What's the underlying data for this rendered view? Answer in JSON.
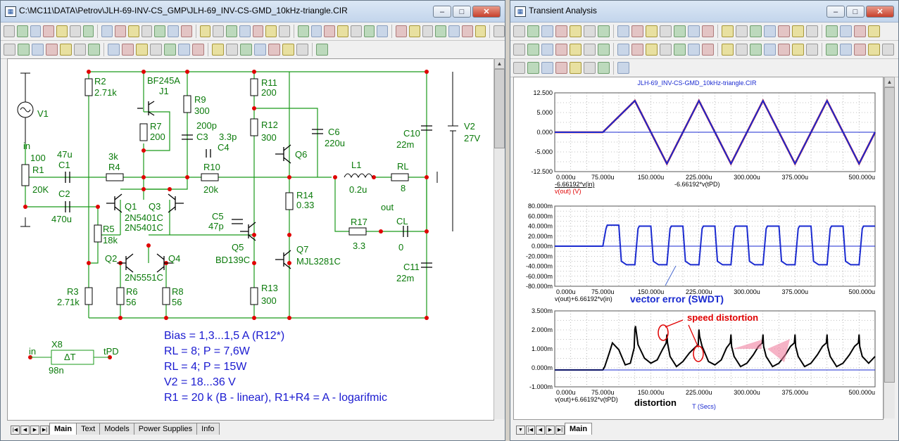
{
  "left_window": {
    "title": "C:\\MC11\\DATA\\Petrov\\JLH-69-INV-CS_GMP\\JLH-69_INV-CS-GMD_10kHz-triangle.CIR",
    "tabs": [
      "Main",
      "Text",
      "Models",
      "Power Supplies",
      "Info"
    ]
  },
  "right_window": {
    "title": "Transient Analysis",
    "tabs": [
      "Main"
    ]
  },
  "window_buttons": {
    "minimize": "–",
    "maximize": "□",
    "close": "✕"
  },
  "colors": {
    "wire": "#1a9a1a",
    "label": "#0a7a0a",
    "node": "#e00000",
    "notes": "#1a1ad0",
    "trace_red": "#e00000",
    "trace_blue": "#1a2ad0"
  },
  "schematic": {
    "components": {
      "V1": "V1",
      "in": "in",
      "R1v": "100",
      "R1": "R1",
      "R1b": "20K",
      "C1": "C1",
      "C1v": "47u",
      "C2": "C2",
      "C2v": "470u",
      "R4": "R4",
      "R4v": "3k",
      "R10": "R10",
      "R10v": "20k",
      "R2": "R2",
      "R2v": "2.71k",
      "R3": "R3",
      "R3v": "2.71k",
      "R5": "R5",
      "R5v": "18k",
      "R6": "R6",
      "R6v": "56",
      "R8": "R8",
      "R8v": "56",
      "J1t": "BF245A",
      "J1": "J1",
      "R7": "R7",
      "R7v": "200",
      "R9": "R9",
      "R9v": "300",
      "C3": "C3",
      "C3a": "200p",
      "C3b": "3.3p",
      "C4": "C4",
      "Q1": "Q1",
      "Q3": "Q3",
      "Q1m": "2N5401C",
      "Q3m": "2N5401C",
      "Q2": "Q2",
      "Q4": "Q4",
      "Q2m": "2N5551C",
      "R11": "R11",
      "R11v": "200",
      "R12": "R12",
      "R12v": "300",
      "Q6": "Q6",
      "C5": "C5",
      "C5v": "47p",
      "Q5": "Q5",
      "Q5m": "BD139C",
      "R14": "R14",
      "R14v": "0.33",
      "Q7": "Q7",
      "Q7m": "MJL3281C",
      "R13": "R13",
      "R13v": "300",
      "C6": "C6",
      "C6v": "220u",
      "L1": "L1",
      "L1v": "0.2u",
      "RL": "RL",
      "RLv": "8",
      "R17": "R17",
      "R17v": "3.3",
      "out": "out",
      "CL": "CL",
      "CLv": "0",
      "C10": "C10",
      "C10v": "22m",
      "C11": "C11",
      "C11v": "22m",
      "V2": "V2",
      "V2v": "27V",
      "X8": "X8",
      "X8in": "in",
      "X8out": "tPD",
      "X8v": "98n",
      "X8sym": "ΔT"
    },
    "notes": [
      "Bias = 1,3...1,5 A (R12*)",
      "RL = 8; P = 7,6W",
      "RL = 4; P = 15W",
      "V2 = 18...36 V",
      "R1 = 20 k (B - linear), R1+R4 = A - logarifmic"
    ]
  },
  "plot_title": "JLH-69_INV-CS-GMD_10kHz-triangle.CIR",
  "annotations": {
    "vector_error": "vector error (SWDT)",
    "speed_distortion": "speed distortion",
    "distortion": "distortion"
  },
  "chart_data": [
    {
      "type": "line",
      "x_ticks": [
        "0.000u",
        "75.000u",
        "150.000u",
        "225.000u",
        "300.000u",
        "375.000u",
        "500.000u"
      ],
      "y_ticks": [
        "12.500",
        "5.000",
        "0.000",
        "-5.000",
        "-12.500"
      ],
      "xlim": [
        0,
        500
      ],
      "ylim": [
        -12.5,
        12.5
      ],
      "legend_top": "-6.66192*v(in)",
      "legend_top2": "-6.66192*v(tPD)",
      "ylabel": "v(out) (V)",
      "grid": true,
      "series": [
        {
          "name": "v(out) (V)",
          "color": "#e00000",
          "x": [
            0,
            75,
            125,
            175,
            225,
            275,
            325,
            375,
            425,
            475,
            500
          ],
          "y": [
            0,
            0,
            10,
            -10,
            10,
            -10,
            10,
            -10,
            10,
            -10,
            0
          ]
        },
        {
          "name": "-6.66192*v(tPD)",
          "color": "#1a2ad0",
          "x": [
            0,
            75,
            125,
            175,
            225,
            275,
            325,
            375,
            425,
            475,
            500
          ],
          "y": [
            0,
            0,
            10,
            -10,
            10,
            -10,
            10,
            -10,
            10,
            -10,
            0
          ]
        },
        {
          "color": "#1a2ad0",
          "x": [
            0,
            500
          ],
          "y": [
            0,
            0
          ]
        }
      ]
    },
    {
      "type": "line",
      "x_ticks": [
        "0.000u",
        "75.000u",
        "150.000u",
        "225.000u",
        "300.000u",
        "375.000u",
        "500.000u"
      ],
      "y_ticks": [
        "80.000m",
        "60.000m",
        "40.000m",
        "20.000m",
        "0.000m",
        "-20.000m",
        "-40.000m",
        "-60.000m",
        "-80.000m"
      ],
      "xlim": [
        0,
        500
      ],
      "ylim": [
        -80,
        80
      ],
      "xlabel": "v(out)+6.66192*v(in)",
      "grid": true,
      "series": [
        {
          "name": "v(out)+6.66192*v(in)",
          "color": "#1a2ad0",
          "x": [
            0,
            75,
            80,
            82,
            100,
            104,
            112,
            124,
            125,
            130,
            132,
            150,
            154,
            162,
            174,
            175,
            180,
            182,
            200,
            204,
            212,
            224,
            225,
            230,
            232,
            250,
            254,
            262,
            274,
            275,
            280,
            282,
            300,
            304,
            312,
            324,
            325,
            330,
            332,
            350,
            354,
            362,
            374,
            375,
            380,
            382,
            400,
            404,
            412,
            424,
            425,
            430,
            432,
            450,
            454,
            462,
            474,
            475,
            480,
            482,
            500
          ],
          "y": [
            0,
            0,
            35,
            42,
            42,
            -30,
            -37,
            -37,
            -37,
            35,
            40,
            40,
            -30,
            -37,
            -37,
            -37,
            35,
            40,
            40,
            -30,
            -37,
            -37,
            -37,
            35,
            40,
            40,
            -30,
            -37,
            -37,
            -37,
            35,
            40,
            40,
            -30,
            -37,
            -37,
            -37,
            35,
            40,
            40,
            -30,
            -37,
            -37,
            -37,
            35,
            40,
            40,
            -30,
            -37,
            -37,
            -37,
            35,
            40,
            40,
            -30,
            -37,
            -37,
            -37,
            35,
            40,
            40
          ]
        },
        {
          "color": "#1a2ad0",
          "x": [
            0,
            500
          ],
          "y": [
            0,
            0
          ]
        }
      ]
    },
    {
      "type": "line",
      "x_ticks": [
        "0.000u",
        "75.000u",
        "150.000u",
        "225.000u",
        "300.000u",
        "375.000u",
        "500.000u"
      ],
      "y_ticks": [
        "3.500m",
        "2.000m",
        "1.000m",
        "0.000m",
        "-1.000m"
      ],
      "xlim": [
        0,
        500
      ],
      "ylim": [
        -1,
        3.5
      ],
      "xlabel": "v(out)+6.66192*v(tPD)",
      "axis_label": "T (Secs)",
      "grid": true,
      "series": [
        {
          "name": "v(out)+6.66192*v(tPD)",
          "color": "#000000",
          "x": [
            0,
            75,
            78,
            85,
            90,
            100,
            110,
            118,
            124,
            125,
            126,
            130,
            140,
            150,
            160,
            168,
            174,
            175,
            176,
            180,
            190,
            200,
            210,
            218,
            224,
            225,
            226,
            230,
            240,
            250,
            260,
            268,
            274,
            275,
            276,
            280,
            290,
            300,
            310,
            318,
            324,
            325,
            326,
            330,
            340,
            350,
            360,
            368,
            374,
            375,
            376,
            380,
            390,
            400,
            410,
            418,
            424,
            425,
            426,
            430,
            440,
            450,
            460,
            468,
            474,
            475,
            476,
            480,
            490,
            500
          ],
          "y": [
            0,
            0,
            0.2,
            1.0,
            1.6,
            1.2,
            0.3,
            0.4,
            1.3,
            2.4,
            2.6,
            1.5,
            0.7,
            0.4,
            0.6,
            1.2,
            1.6,
            2.1,
            1.6,
            0.8,
            0.2,
            0.5,
            1.0,
            1.3,
            1.5,
            2.4,
            2.0,
            1.4,
            0.5,
            0.3,
            0.6,
            1.3,
            1.6,
            2.1,
            1.4,
            0.8,
            0.2,
            0.4,
            0.9,
            1.4,
            1.6,
            2.1,
            1.4,
            0.8,
            0.2,
            0.4,
            0.9,
            1.4,
            1.6,
            2.1,
            1.4,
            0.8,
            0.2,
            0.4,
            0.9,
            1.4,
            1.6,
            2.1,
            1.4,
            0.8,
            0.2,
            0.4,
            0.9,
            1.4,
            1.6,
            2.1,
            1.4,
            0.8,
            0.4,
            0.8
          ]
        },
        {
          "color": "#1a2ad0",
          "x": [
            0,
            500
          ],
          "y": [
            0,
            0
          ]
        }
      ]
    }
  ]
}
